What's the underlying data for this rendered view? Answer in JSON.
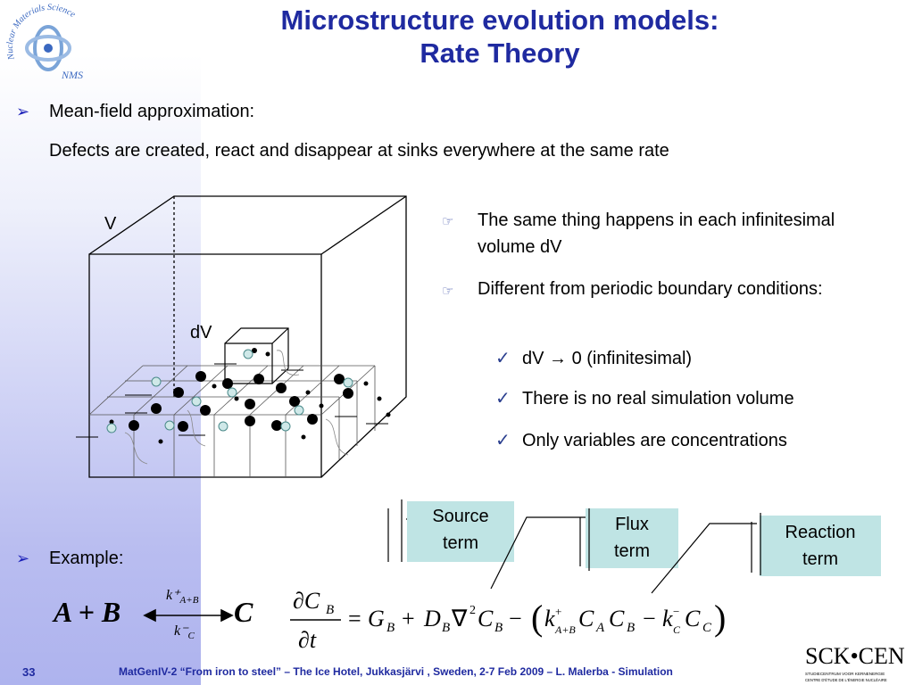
{
  "logo": {
    "text": "Nuclear Materials Science",
    "abbr": "NMS"
  },
  "title": {
    "line1": "Microstructure evolution models:",
    "line2": "Rate Theory"
  },
  "bullets": {
    "mean_field": "Mean-field approximation:",
    "mean_field_desc": "Defects are created, react and disappear at sinks everywhere at the same rate",
    "example": "Example:"
  },
  "diagram": {
    "label_v": "V",
    "label_dv": "dV"
  },
  "right_list": {
    "item1": "The same thing happens in each infinitesimal volume dV",
    "item2": "Different from periodic boundary conditions:",
    "sub1_prefix": "dV",
    "sub1_suffix": "0 (infinitesimal)",
    "sub2": "There is no real simulation volume",
    "sub3": "Only variables are concentrations"
  },
  "terms": {
    "source": [
      "Source",
      "term"
    ],
    "flux": [
      "Flux",
      "term"
    ],
    "reaction": [
      "Reaction",
      "term"
    ]
  },
  "equation": {
    "reaction_lhs": "A + B",
    "reaction_rhs": "C",
    "k_forward": "k⁺",
    "k_forward_sub": "A+B",
    "k_backward": "k⁻",
    "k_backward_sub": "C"
  },
  "footer": {
    "page": "33",
    "text": "MatGenIV-2 “From iron to steel” – The Ice Hotel, Jukkasjärvi , Sweden, 2-7 Feb 2009 – L. Malerba - Simulation"
  },
  "sck": {
    "name": "SCK•CEN",
    "sub1": "STUDIECENTRUM VOOR KERNENERGIE",
    "sub2": "CENTRE D'ÉTUDE DE L'ÉNERGIE NUCLÉAIRE"
  },
  "colors": {
    "title": "#1f2aa0",
    "term_box": "#bfe4e4",
    "bullet_arrow": "#1a1fb8"
  }
}
